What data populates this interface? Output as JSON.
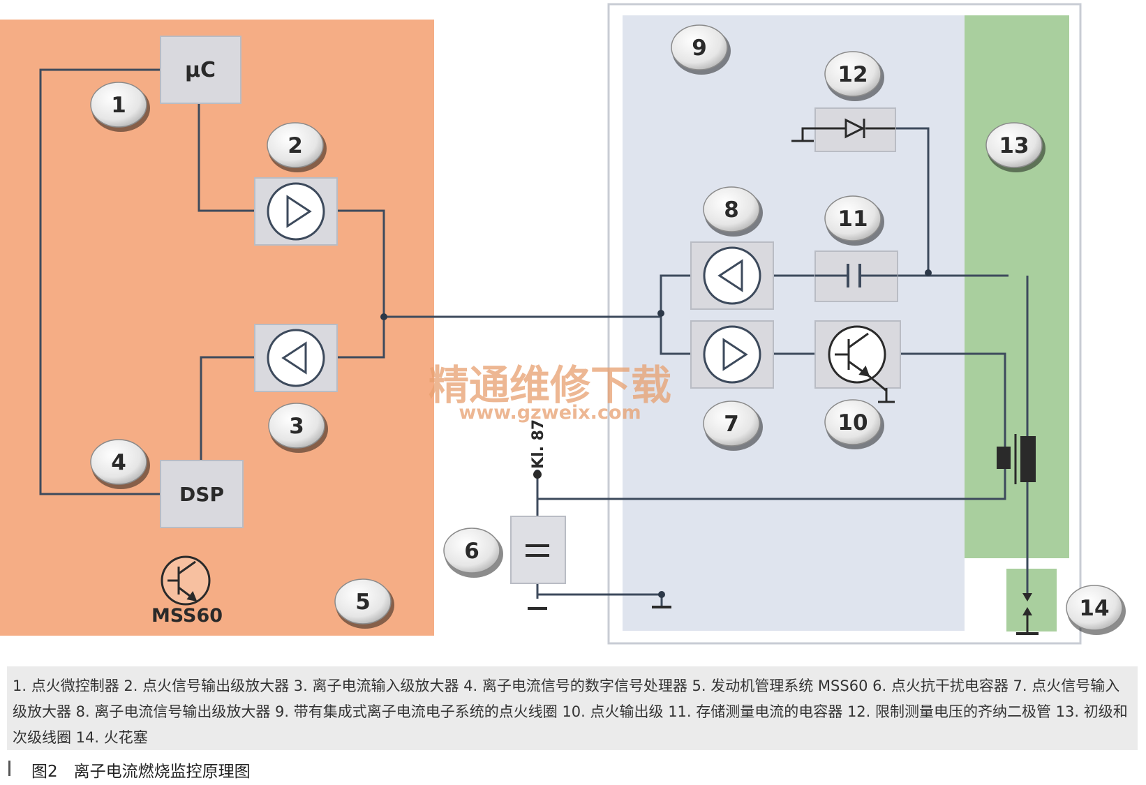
{
  "blocks": {
    "uc": "μC",
    "dsp": "DSP",
    "mss60": "MSS60",
    "kl87": "Kl. 87"
  },
  "markers": [
    "1",
    "2",
    "3",
    "4",
    "5",
    "6",
    "7",
    "8",
    "9",
    "10",
    "11",
    "12",
    "13",
    "14"
  ],
  "watermark": {
    "cn": "精通维修下载",
    "url": "www.gzweix.com"
  },
  "caption": "1. 点火微控制器 2. 点火信号输出级放大器 3. 离子电流输入级放大器 4. 离子电流信号的数字信号处理器 5. 发动机管理系统 MSS60 6. 点火抗干扰电容器 7. 点火信号输入级放大器 8. 离子电流信号输出级放大器 9. 带有集成式离子电流电子系统的点火线圈 10. 点火输出级 11. 存储测量电流的电容器 12. 限制测量电压的齐纳二极管 13. 初级和次级线圈 14. 火花塞",
  "figure_title": "图2　离子电流燃烧监控原理图",
  "colors": {
    "ecu_panel": "#f5ad85",
    "coil_panel": "#dfe4ee",
    "winding_panel": "#a9cf9e",
    "block": "#d9d9de",
    "wire": "#3d4a5c"
  }
}
